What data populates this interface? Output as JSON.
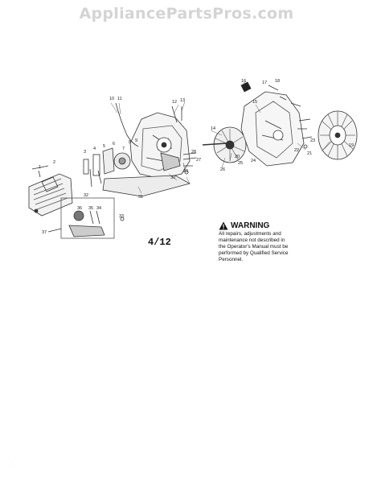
{
  "site": {
    "title": "AppliancePartsPros.com"
  },
  "diagram": {
    "page_number": "4/12",
    "part_labels": [
      "1",
      "2",
      "3",
      "4",
      "5",
      "6",
      "7",
      "8",
      "9",
      "10",
      "11",
      "12",
      "13",
      "14",
      "15",
      "16",
      "17",
      "18",
      "19",
      "20",
      "21",
      "22",
      "23",
      "24",
      "25",
      "26",
      "27",
      "28",
      "29",
      "30",
      "31",
      "32",
      "33",
      "34",
      "35",
      "36",
      "37"
    ],
    "warning": {
      "heading": "WARNING",
      "body_lines": [
        "All repairs, adjustments and",
        "maintenance not described in",
        "the Operator's Manual must be",
        "performed by Qualified Service",
        "Personnel."
      ]
    }
  },
  "icons": {
    "warning": "warning-triangle-icon"
  }
}
